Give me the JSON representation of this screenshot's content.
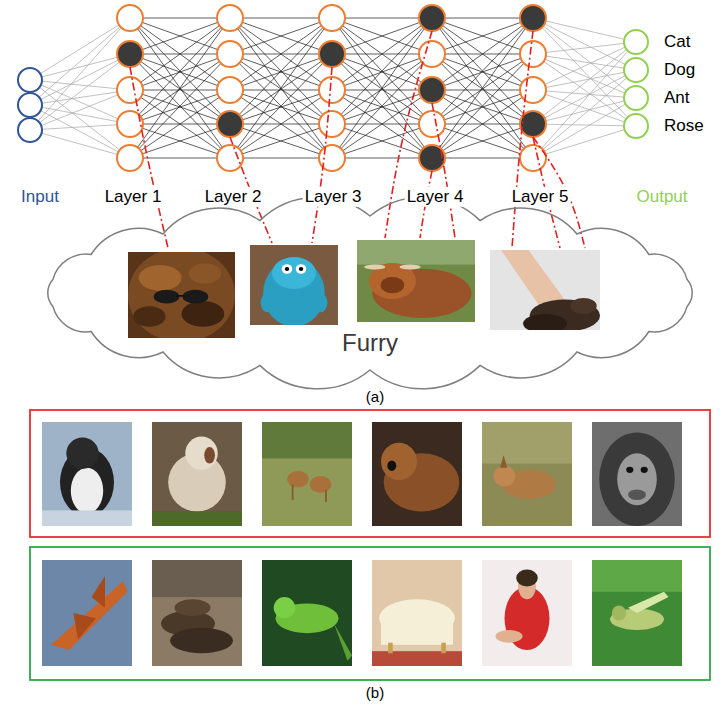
{
  "diagram": {
    "nodes": [
      {
        "text": [
          "Furry"
        ]
      }
    ],
    "labels": [
      "Cat",
      "Dog",
      "Ant",
      "Rose",
      "Input",
      "Layer 1",
      "Layer 2",
      "Layer 3",
      "Layer 4",
      "Layer 5",
      "Output",
      "(a)",
      "(b)"
    ]
  }
}
